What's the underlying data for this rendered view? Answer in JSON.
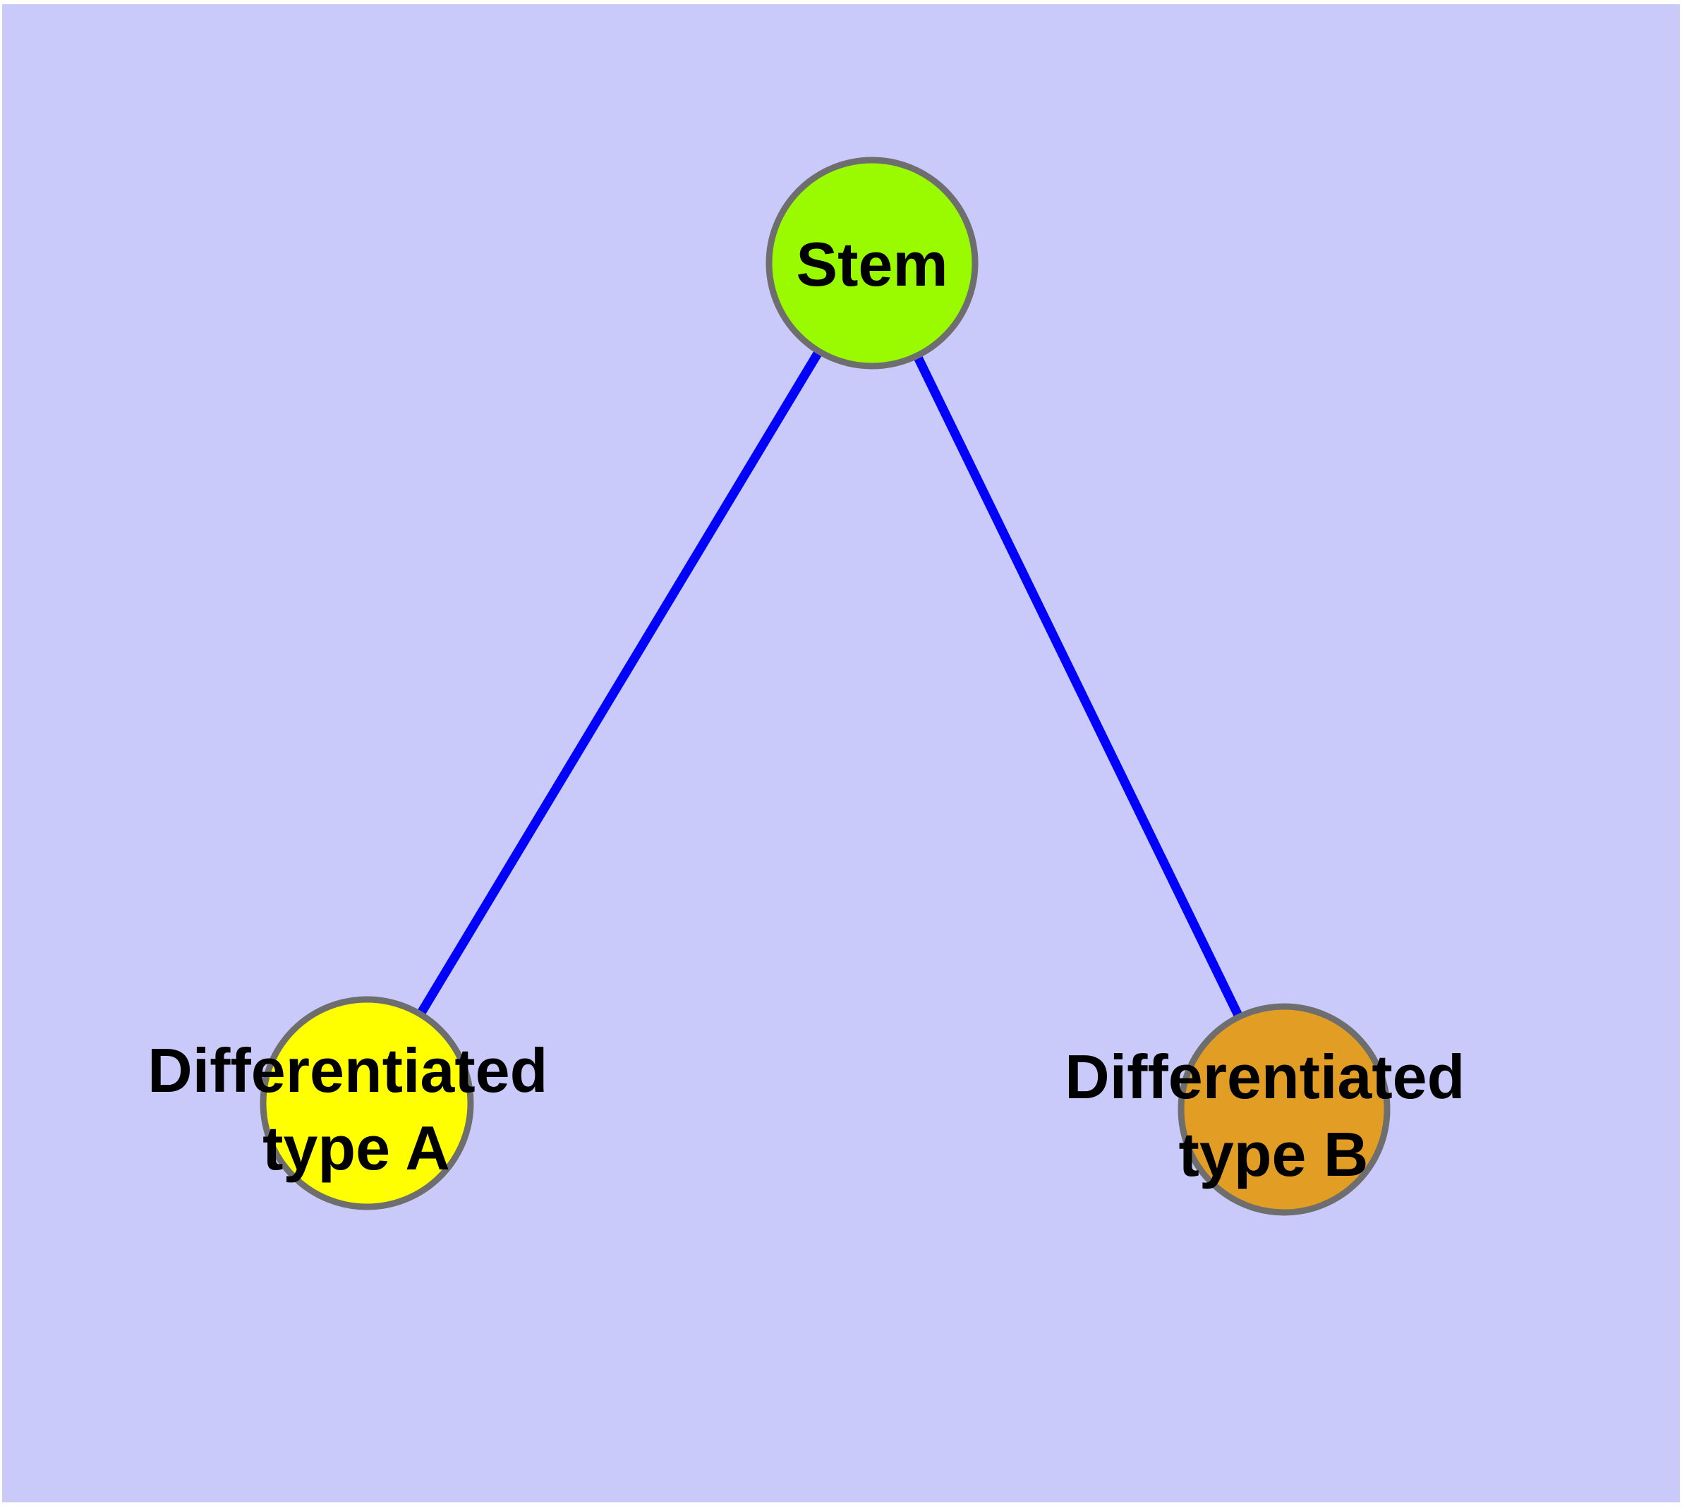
{
  "figure": {
    "background_color": "#CACAFA",
    "page_color": "#FFFFFF",
    "edge_color": "#0202FA",
    "node_border_color": "#6E6E6E",
    "text_color": "#000000"
  },
  "nodes": {
    "stem": {
      "label": "Stem",
      "fill": "#9AFA00"
    },
    "type_a": {
      "label_line1": "Differentiated",
      "label_line2": "type A",
      "fill": "#FFFF00"
    },
    "type_b": {
      "label_line1": "Differentiated",
      "label_line2": "type B",
      "fill": "#E29E24"
    }
  },
  "edges": [
    {
      "from": "Stem",
      "to": "Differentiated type A"
    },
    {
      "from": "Stem",
      "to": "Differentiated type B"
    }
  ]
}
